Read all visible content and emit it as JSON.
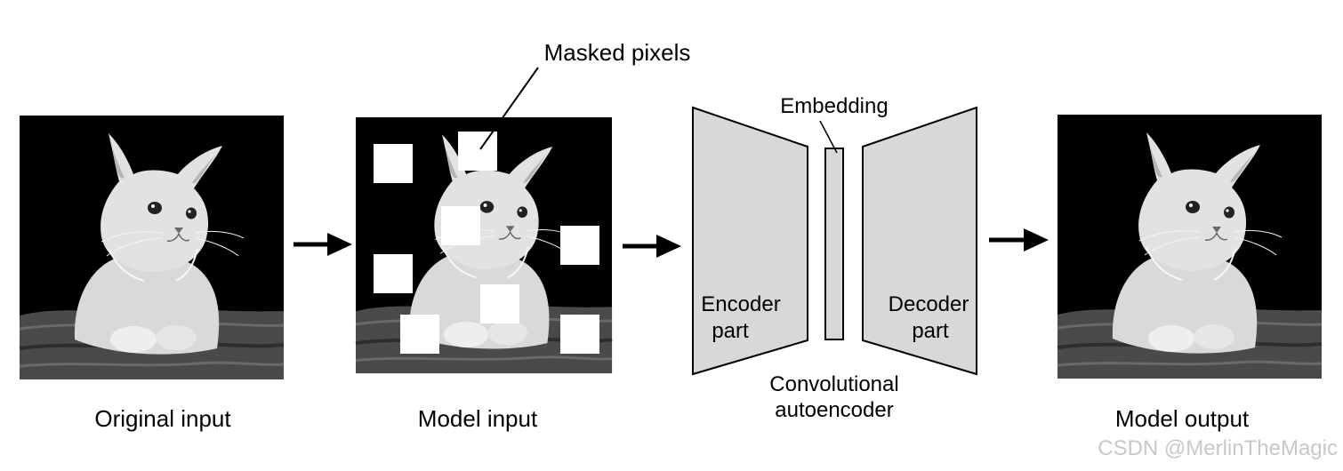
{
  "labels": {
    "original_input": "Original input",
    "model_input": "Model input",
    "model_output": "Model output",
    "masked_pixels": "Masked pixels",
    "embedding": "Embedding",
    "encoder_line1": "Encoder",
    "encoder_line2": "part",
    "decoder_line1": "Decoder",
    "decoder_line2": "part",
    "autoencoder_line1": "Convolutional",
    "autoencoder_line2": "autoencoder"
  },
  "watermark": "CSDN @MerlinTheMagic",
  "colors": {
    "image_background": "#000000",
    "mask": "#ffffff",
    "network_fill": "#d8d8d8",
    "stroke": "#000000"
  },
  "images": {
    "original": "kitten-photo",
    "masked": "kitten-photo-with-masked-patches",
    "output": "kitten-photo-reconstructed"
  }
}
